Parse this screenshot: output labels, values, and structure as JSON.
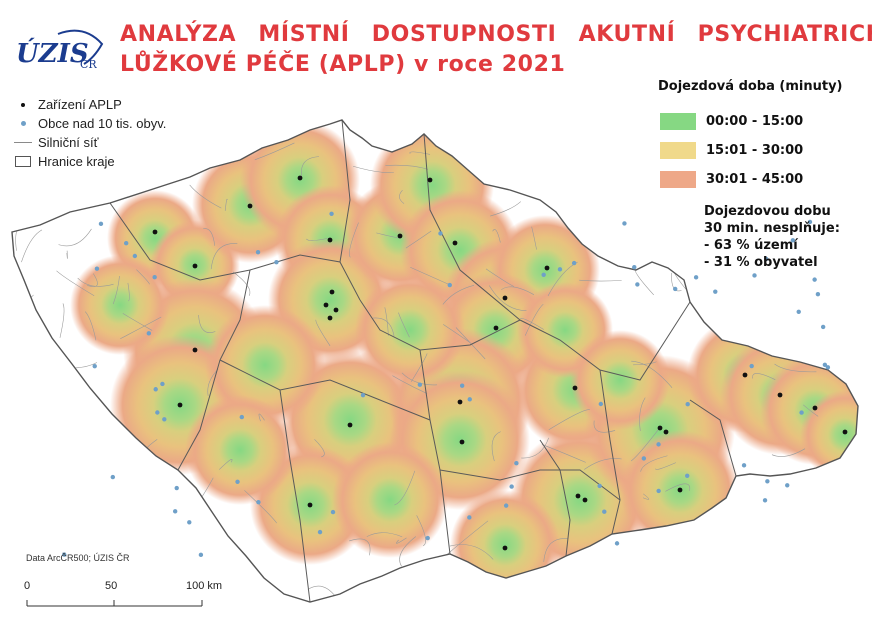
{
  "logo": {
    "text": "ÚZIS",
    "country": "ČR",
    "color": "#1b3c8f"
  },
  "title": {
    "line1": "ANALÝZA MÍSTNÍ DOSTUPNOSTI AKUTNÍ PSYCHIATRICKÉ",
    "line2": "LŮŽKOVÉ PÉČE (APLP) v roce 2021",
    "color": "#e03a3e"
  },
  "legend_left": [
    {
      "symbol": "black-dot-icon",
      "label": "Zařízení APLP"
    },
    {
      "symbol": "blue-dot-icon",
      "label": "Obce nad 10 tis. obyv."
    },
    {
      "symbol": "gray-line-icon",
      "label": "Silniční síť"
    },
    {
      "symbol": "outline-box-icon",
      "label": "Hranice kraje"
    }
  ],
  "legend_right": {
    "title": "Dojezdová doba (minuty)",
    "classes": [
      {
        "label": "00:00 - 15:00",
        "color": "#86d883"
      },
      {
        "label": "15:01 - 30:00",
        "color": "#f0d98a"
      },
      {
        "label": "30:01 - 45:00",
        "color": "#eea888"
      }
    ]
  },
  "note": {
    "lines": [
      "Dojezdovou dobu",
      "30 min. nesplňuje:",
      "- 63 % území",
      "- 31 % obyvatel"
    ]
  },
  "source": "Data ArcČR500; ÚZIS ČR",
  "scalebar": {
    "labels": [
      "0",
      "50",
      "100 km"
    ]
  }
}
